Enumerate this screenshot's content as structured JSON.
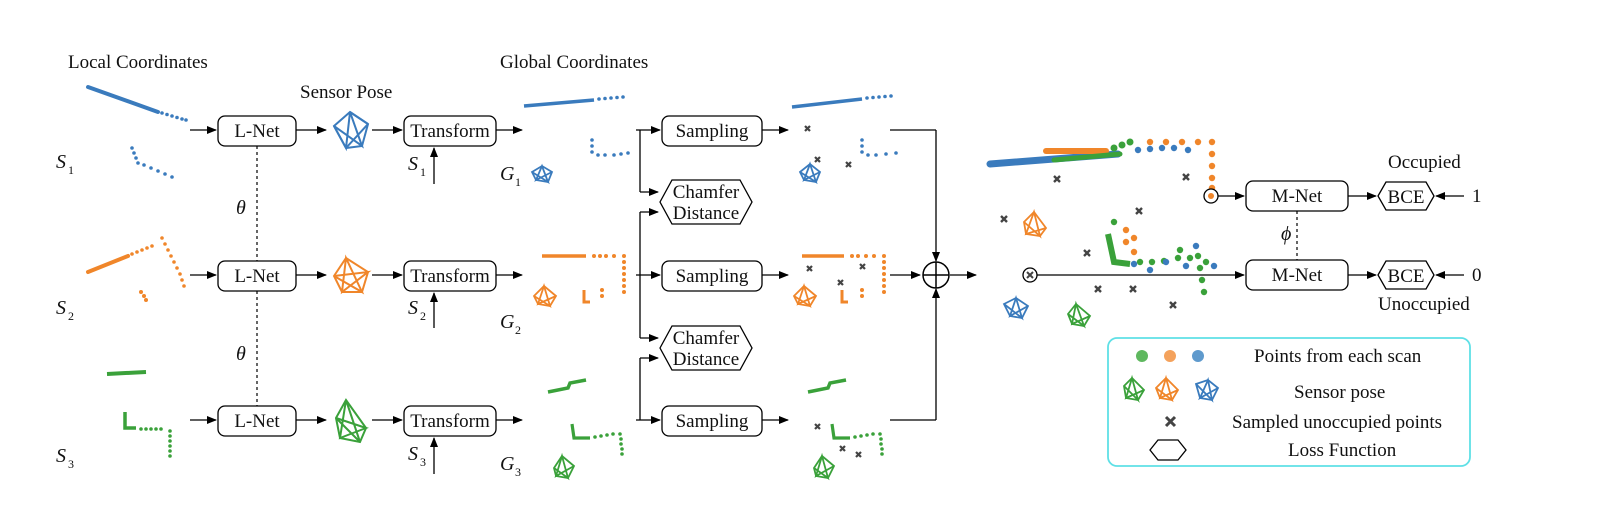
{
  "headers": {
    "local": "Local Coordinates",
    "pose": "Sensor Pose",
    "global": "Global Coordinates"
  },
  "rows": [
    {
      "scan": "S",
      "idx": "1",
      "gidx": "1"
    },
    {
      "scan": "S",
      "idx": "2",
      "gidx": "2"
    },
    {
      "scan": "S",
      "idx": "3",
      "gidx": "3"
    }
  ],
  "global_letter": "G",
  "shared_param": "θ",
  "mnet_param": "ϕ",
  "boxes": {
    "lnet": "L-Net",
    "transform": "Transform",
    "sampling": "Sampling",
    "chamfer_line1": "Chamfer",
    "chamfer_line2": "Distance",
    "mnet": "M-Net",
    "bce": "BCE"
  },
  "outputs": {
    "occupied": "Occupied",
    "unoccupied": "Unoccupied",
    "target_occupied": "1",
    "target_unoccupied": "0"
  },
  "legend": {
    "points": "Points from each scan",
    "pose": "Sensor pose",
    "sampled": "Sampled unoccupied points",
    "loss": "Loss Function"
  },
  "colors": {
    "scan1": "#3a7bbd",
    "scan2": "#f0862a",
    "scan3": "#3aa13a",
    "legend_border": "#5fe0e6",
    "cross": "#444444"
  }
}
